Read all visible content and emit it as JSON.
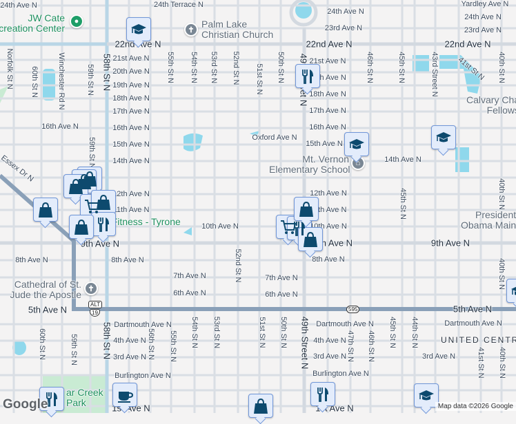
{
  "colors": {
    "background": "#f4f3f3",
    "road": "#d9dee4",
    "highway": "#8aa0b8",
    "water": "#8fd8ec",
    "park": "#c9ebd3",
    "marker_fill": "#e3ecfb",
    "marker_border": "#7096d8",
    "marker_icon": "#0d4a6e",
    "park_label": "#1e8f5e"
  },
  "street_labels": [
    "24th Ave N",
    "24th Terrace N",
    "22nd Ave N",
    "21st Ave N",
    "20th Ave N",
    "19th Ave N",
    "18th Ave N",
    "17th Ave N",
    "16th Ave N",
    "16th Ave N",
    "15th Ave N",
    "14th Ave N",
    "12th Ave N",
    "11th Ave N",
    "10th Ave N",
    "9th Ave N",
    "8th Ave N",
    "8th Ave N",
    "7th Ave N",
    "6th Ave N",
    "5th Ave N",
    "Dartmouth Ave N",
    "4th Ave N",
    "3rd Ave N",
    "Burlington Ave N",
    "1st Ave N",
    "Yardley Ave N",
    "24th Ave N",
    "23rd Ave N",
    "24th Ave N",
    "23rd Ave N",
    "22nd Ave N",
    "22nd Ave N",
    "21st Ave N",
    "20th Ave N",
    "18th Ave N",
    "17th Ave N",
    "16th Ave N",
    "15th Ave N",
    "14th Ave N",
    "12th Ave N",
    "11th Ave N",
    "10th Ave N",
    "9th Ave N",
    "9th Ave N",
    "8th Ave N",
    "7th Ave N",
    "6th Ave N",
    "5th Ave N",
    "Dartmouth Ave N",
    "Dartmouth Ave N",
    "4th Ave N",
    "3rd Ave N",
    "3rd Ave N",
    "Burlington Ave N",
    "1st Ave N",
    "Oxford Ave N",
    "Norfolk St N",
    "60th St N",
    "Winchester Rd N",
    "59th St N",
    "58th St N",
    "59th St N",
    "55th St N",
    "54th St N",
    "53rd St N",
    "52nd St N",
    "51st St N",
    "50th St N",
    "49th Street N",
    "46th St N",
    "45th St N",
    "43rd Street N",
    "41st St N",
    "40th St N",
    "45th St N",
    "40th St N",
    "52nd St N",
    "60th St N",
    "59th St N",
    "58th St N",
    "56th St N",
    "55th St N",
    "54th St N",
    "53rd St N",
    "51st St N",
    "50th St N",
    "49th Street N",
    "47th St N",
    "46th St N",
    "45th St N",
    "44th St N",
    "41st St N",
    "40th St N",
    "40th St N",
    "Essex Dr N"
  ],
  "places": {
    "jw_cate": "JW Cate\nRecreation Center",
    "palm_lake": "Palm Lake\nChristian Church",
    "mt_vernon": "Mt. Vernon\nElementary School",
    "calvary": "Calvary Cha\nFellows",
    "obama": "President\nObama Main",
    "cathedral": "Cathedral of St.\nJude the Apostle",
    "fitness": "h Fitness - Tyrone",
    "bear_creek": "ar Creek\nPark",
    "district": "UNITED CENTRAL"
  },
  "shields": {
    "alt19_top": "ALT",
    "alt19": "19",
    "sr595": "595"
  },
  "markers": [
    "school",
    "restaurant",
    "school",
    "school",
    "shopping",
    "shopping",
    "shopping",
    "grocery",
    "shopping",
    "shopping",
    "restaurant",
    "shopping",
    "grocery",
    "restaurant",
    "shopping",
    "shopping",
    "restaurant",
    "coffee",
    "shopping",
    "restaurant",
    "school",
    "school"
  ],
  "footer": {
    "logo": "Google",
    "attribution": "Map data ©2026 Google"
  }
}
